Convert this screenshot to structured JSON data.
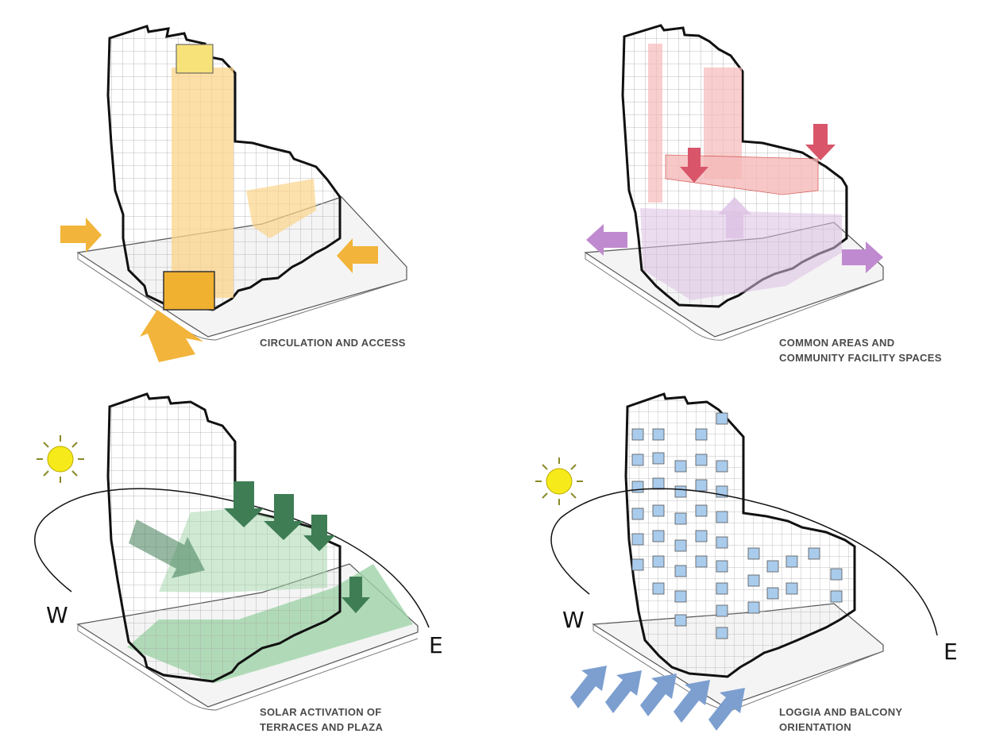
{
  "panels": [
    {
      "id": "circulation",
      "caption_lines": [
        "CIRCULATION AND ACCESS"
      ],
      "accent": "#f2b43a",
      "highlight": "#fbd48a",
      "has_sun": false,
      "compass": []
    },
    {
      "id": "common-areas",
      "caption_lines": [
        "COMMON AREAS AND",
        "COMMUNITY FACILITY SPACES"
      ],
      "accent": "#d9556a",
      "highlight": "#f6b9b9",
      "secondary": "#c08ad0",
      "has_sun": false,
      "compass": []
    },
    {
      "id": "solar",
      "caption_lines": [
        "SOLAR ACTIVATION OF",
        "TERRACES AND PLAZA"
      ],
      "accent": "#3f7d55",
      "highlight": "#9fd3a8",
      "has_sun": true,
      "compass": [
        "W",
        "E"
      ]
    },
    {
      "id": "loggia",
      "caption_lines": [
        "LOGGIA AND BALCONY",
        "ORIENTATION"
      ],
      "accent": "#7c9fd0",
      "highlight": "#a9cbec",
      "has_sun": true,
      "compass": [
        "W",
        "E"
      ]
    }
  ],
  "colors": {
    "sun": "#f7ea1a",
    "sun_rays": "#8a8a2a",
    "outline": "#111111",
    "building_fill": "#ffffff",
    "grid_line": "#9a9a9a",
    "site": "#f3f3f3"
  }
}
